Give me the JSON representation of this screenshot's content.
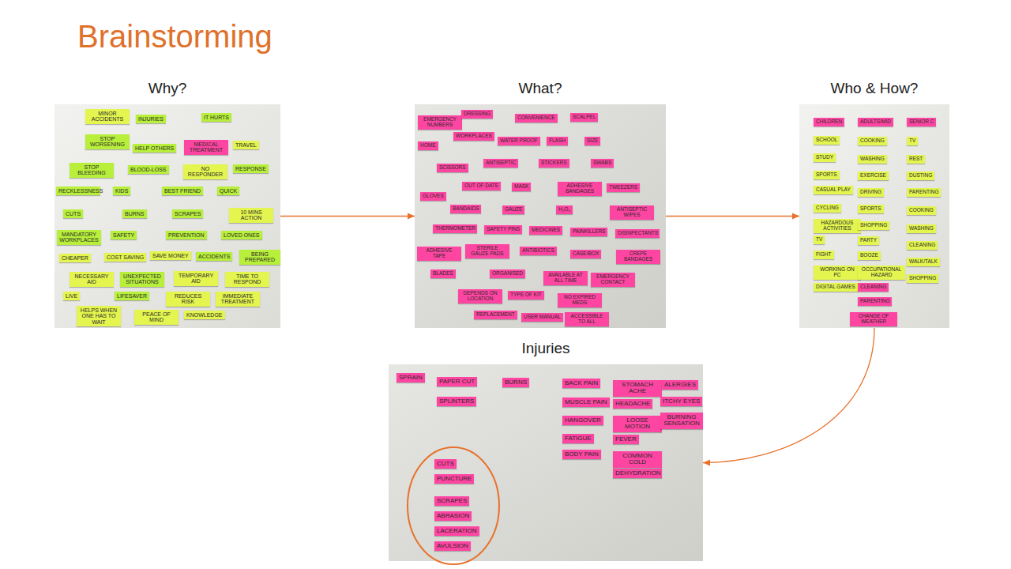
{
  "diagram": {
    "title": "Brainstorming",
    "nodes": [
      {
        "text": [
          "Why?"
        ]
      },
      {
        "text": [
          "MINOR ACCIDENTS"
        ],
        "in": 0
      },
      {
        "text": [
          "INJURIES"
        ],
        "in": 0
      },
      {
        "text": [
          "IT HURTS"
        ],
        "in": 0
      },
      {
        "text": [
          "STOP WORSENING"
        ],
        "in": 0
      },
      {
        "text": [
          "HELP OTHERS"
        ],
        "in": 0
      },
      {
        "text": [
          "MEDICAL TREATMENT"
        ],
        "in": 0
      },
      {
        "text": [
          "TRAVEL"
        ],
        "in": 0
      },
      {
        "text": [
          "STOP BLEEDING"
        ],
        "in": 0
      },
      {
        "text": [
          "BLOOD-LOSS"
        ],
        "in": 0
      },
      {
        "text": [
          "NO RESPONDER"
        ],
        "in": 0
      },
      {
        "text": [
          "RESPONSE"
        ],
        "in": 0
      },
      {
        "text": [
          "RECKLESSNESS"
        ],
        "in": 0
      },
      {
        "text": [
          "KIDS"
        ],
        "in": 0
      },
      {
        "text": [
          "BEST FRIEND"
        ],
        "in": 0
      },
      {
        "text": [
          "QUICK"
        ],
        "in": 0
      },
      {
        "text": [
          "CUTS"
        ],
        "in": 0
      },
      {
        "text": [
          "BURNS"
        ],
        "in": 0
      },
      {
        "text": [
          "SCRAPES"
        ],
        "in": 0
      },
      {
        "text": [
          "10 MINS ACTION"
        ],
        "in": 0
      },
      {
        "text": [
          "MANDATORY WORKPLACES"
        ],
        "in": 0
      },
      {
        "text": [
          "SAFETY"
        ],
        "in": 0
      },
      {
        "text": [
          "PREVENTION"
        ],
        "in": 0
      },
      {
        "text": [
          "LOVED ONES"
        ],
        "in": 0
      },
      {
        "text": [
          "CHEAPER"
        ],
        "in": 0
      },
      {
        "text": [
          "COST SAVING"
        ],
        "in": 0
      },
      {
        "text": [
          "SAVE MONEY"
        ],
        "in": 0
      },
      {
        "text": [
          "ACCIDENTS"
        ],
        "in": 0
      },
      {
        "text": [
          "BEING PREPARED"
        ],
        "in": 0
      },
      {
        "text": [
          "NECESSARY AID"
        ],
        "in": 0
      },
      {
        "text": [
          "UNEXPECTED SITUATIONS"
        ],
        "in": 0
      },
      {
        "text": [
          "TEMPORARY AID"
        ],
        "in": 0
      },
      {
        "text": [
          "TIME TO RESPOND"
        ],
        "in": 0
      },
      {
        "text": [
          "LIVE"
        ],
        "in": 0
      },
      {
        "text": [
          "LIFESAVER"
        ],
        "in": 0
      },
      {
        "text": [
          "REDUCES RISK"
        ],
        "in": 0
      },
      {
        "text": [
          "IMMEDIATE TREATMENT"
        ],
        "in": 0
      },
      {
        "text": [
          "HELPS WHEN ONE HAS TO WAIT"
        ],
        "in": 0
      },
      {
        "text": [
          "PEACE OF MIND"
        ],
        "in": 0
      },
      {
        "text": [
          "KNOWLEDGE"
        ],
        "in": 0
      },
      {
        "text": [
          "What?"
        ]
      },
      {
        "text": [
          "EMERGENCY NUMBERS"
        ],
        "in": 40
      },
      {
        "text": [
          "DRESSING"
        ],
        "in": 40
      },
      {
        "text": [
          "CONVENIENCE"
        ],
        "in": 40
      },
      {
        "text": [
          "SCALPEL"
        ],
        "in": 40
      },
      {
        "text": [
          "HOME"
        ],
        "in": 40
      },
      {
        "text": [
          "WORKPLACES"
        ],
        "in": 40
      },
      {
        "text": [
          "WATER PROOF"
        ],
        "in": 40
      },
      {
        "text": [
          "FLASH"
        ],
        "in": 40
      },
      {
        "text": [
          "SIZE"
        ],
        "in": 40
      },
      {
        "text": [
          "SCISSORS"
        ],
        "in": 40
      },
      {
        "text": [
          "ANTISEPTIC"
        ],
        "in": 40
      },
      {
        "text": [
          "STICKERS"
        ],
        "in": 40
      },
      {
        "text": [
          "SWABS"
        ],
        "in": 40
      },
      {
        "text": [
          "OUT OF DATE"
        ],
        "in": 40
      },
      {
        "text": [
          "MASK"
        ],
        "in": 40
      },
      {
        "text": [
          "ADHESIVE BANDAGES"
        ],
        "in": 40
      },
      {
        "text": [
          "TWEEZERS"
        ],
        "in": 40
      },
      {
        "text": [
          "GLOVES"
        ],
        "in": 40
      },
      {
        "text": [
          "BANDAIDS"
        ],
        "in": 40
      },
      {
        "text": [
          "GAUZE"
        ],
        "in": 40
      },
      {
        "text": [
          "H₂O₂"
        ],
        "in": 40
      },
      {
        "text": [
          "ANTISEPTIC WIPES"
        ],
        "in": 40
      },
      {
        "text": [
          "THERMOMETER"
        ],
        "in": 40
      },
      {
        "text": [
          "SAFETY PINS"
        ],
        "in": 40
      },
      {
        "text": [
          "MEDICINES"
        ],
        "in": 40
      },
      {
        "text": [
          "PAINKILLERS"
        ],
        "in": 40
      },
      {
        "text": [
          "DISINFECTANTS"
        ],
        "in": 40
      },
      {
        "text": [
          "ADHESIVE TAPE"
        ],
        "in": 40
      },
      {
        "text": [
          "STERILE GAUZE PADS"
        ],
        "in": 40
      },
      {
        "text": [
          "ANTIBIOTICS"
        ],
        "in": 40
      },
      {
        "text": [
          "CASE/BOX"
        ],
        "in": 40
      },
      {
        "text": [
          "CREPE BANDAGES"
        ],
        "in": 40
      },
      {
        "text": [
          "BLADES"
        ],
        "in": 40
      },
      {
        "text": [
          "ORGANISED"
        ],
        "in": 40
      },
      {
        "text": [
          "AVAILABLE AT ALL TIME"
        ],
        "in": 40
      },
      {
        "text": [
          "EMERGENCY CONTACT"
        ],
        "in": 40
      },
      {
        "text": [
          "DEPENDS ON LOCATION"
        ],
        "in": 40
      },
      {
        "text": [
          "TYPE OF KIT"
        ],
        "in": 40
      },
      {
        "text": [
          "NO EXPIRED MEDS"
        ],
        "in": 40
      },
      {
        "text": [
          "REPLACEMENT"
        ],
        "in": 40
      },
      {
        "text": [
          "USER MANUAL"
        ],
        "in": 40
      },
      {
        "text": [
          "ACCESSIBLE TO ALL"
        ],
        "in": 40
      },
      {
        "text": [
          "Who & How?"
        ]
      },
      {
        "text": [
          "CHILDREN"
        ],
        "in": 83
      },
      {
        "text": [
          "SCHOOL"
        ],
        "in": 83
      },
      {
        "text": [
          "STUDY"
        ],
        "in": 83
      },
      {
        "text": [
          "SPORTS"
        ],
        "in": 83
      },
      {
        "text": [
          "CASUAL PLAY"
        ],
        "in": 83
      },
      {
        "text": [
          "CYCLING"
        ],
        "in": 83
      },
      {
        "text": [
          "HAZARDOUS ACTIVITIES"
        ],
        "in": 83
      },
      {
        "text": [
          "TV"
        ],
        "in": 83
      },
      {
        "text": [
          "FIGHT"
        ],
        "in": 83
      },
      {
        "text": [
          "WORKING ON PC"
        ],
        "in": 83
      },
      {
        "text": [
          "DIGITAL GAMES"
        ],
        "in": 83
      },
      {
        "text": [
          "ADULTS/MID"
        ],
        "in": 83
      },
      {
        "text": [
          "COOKING"
        ],
        "in": 83
      },
      {
        "text": [
          "WASHING"
        ],
        "in": 83
      },
      {
        "text": [
          "EXERCISE"
        ],
        "in": 83
      },
      {
        "text": [
          "DRIVING"
        ],
        "in": 83
      },
      {
        "text": [
          "SPORTS"
        ],
        "in": 83
      },
      {
        "text": [
          "SHOPPING"
        ],
        "in": 83
      },
      {
        "text": [
          "PARTY"
        ],
        "in": 83
      },
      {
        "text": [
          "BOOZE"
        ],
        "in": 83
      },
      {
        "text": [
          "OCCUPATIONAL HAZARD"
        ],
        "in": 83
      },
      {
        "text": [
          "CLEANING"
        ],
        "in": 83
      },
      {
        "text": [
          "PARENTING"
        ],
        "in": 83
      },
      {
        "text": [
          "CHANGE OF WEATHER"
        ],
        "in": 83
      },
      {
        "text": [
          "SENIOR C"
        ],
        "in": 83
      },
      {
        "text": [
          "TV"
        ],
        "in": 83
      },
      {
        "text": [
          "REST"
        ],
        "in": 83
      },
      {
        "text": [
          "DUSTING"
        ],
        "in": 83
      },
      {
        "text": [
          "PARENTING"
        ],
        "in": 83
      },
      {
        "text": [
          "COOKING"
        ],
        "in": 83
      },
      {
        "text": [
          "WASHING"
        ],
        "in": 83
      },
      {
        "text": [
          "CLEANING"
        ],
        "in": 83
      },
      {
        "text": [
          "WALK/TALK"
        ],
        "in": 83
      },
      {
        "text": [
          "SHOPPING"
        ],
        "in": 83
      },
      {
        "text": [
          "Injuries"
        ]
      },
      {
        "text": [
          "SPRAIN"
        ],
        "in": 118
      },
      {
        "text": [
          "PAPER CUT"
        ],
        "in": 118
      },
      {
        "text": [
          "BURNS"
        ],
        "in": 118
      },
      {
        "text": [
          "BACK PAIN"
        ],
        "in": 118
      },
      {
        "text": [
          "STOMACH ACHE"
        ],
        "in": 118
      },
      {
        "text": [
          "ALERGIES"
        ],
        "in": 118
      },
      {
        "text": [
          "SPLINTERS"
        ],
        "in": 118
      },
      {
        "text": [
          "MUSCLE PAIN"
        ],
        "in": 118
      },
      {
        "text": [
          "HEADACHE"
        ],
        "in": 118
      },
      {
        "text": [
          "ITCHY EYES"
        ],
        "in": 118
      },
      {
        "text": [
          "HANGOVER"
        ],
        "in": 118
      },
      {
        "text": [
          "LOOSE MOTION"
        ],
        "in": 118
      },
      {
        "text": [
          "BURNING SENSATION"
        ],
        "in": 118
      },
      {
        "text": [
          "FATIGUE"
        ],
        "in": 118
      },
      {
        "text": [
          "FEVER"
        ],
        "in": 118
      },
      {
        "text": [
          "BODY PAIN"
        ],
        "in": 118
      },
      {
        "text": [
          "COMMON COLD"
        ],
        "in": 118
      },
      {
        "text": [
          "DEHYDRATION"
        ],
        "in": 118
      },
      {
        "text": [
          "CUTS"
        ],
        "in": 118
      },
      {
        "text": [
          "PUNCTURE"
        ],
        "in": 118
      },
      {
        "text": [
          "SCRAPES"
        ],
        "in": 118
      },
      {
        "text": [
          "ABRASION"
        ],
        "in": 118
      },
      {
        "text": [
          "LACERATION"
        ],
        "in": 118
      },
      {
        "text": [
          "AVULSION"
        ],
        "in": 118
      }
    ],
    "edges": [
      {
        "from": 0,
        "to": 40,
        "arrow": "to"
      },
      {
        "from": 40,
        "to": 83,
        "arrow": "to"
      },
      {
        "from": 83,
        "to": 118,
        "arrow": "to"
      }
    ]
  }
}
